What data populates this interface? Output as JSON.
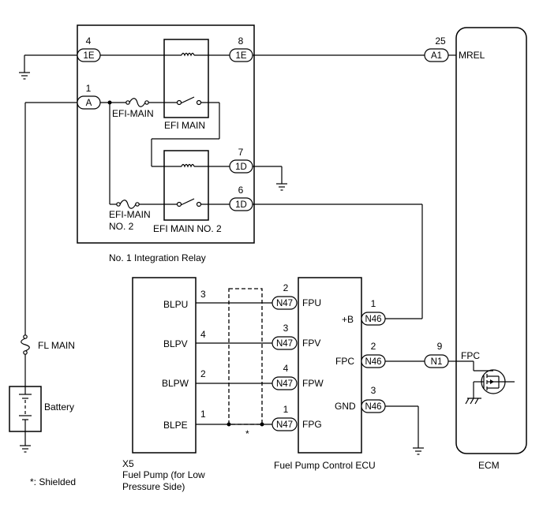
{
  "integration_relay": {
    "label": "No. 1 Integration Relay",
    "relay_efi_main": "EFI MAIN",
    "relay_efi_main_no2": "EFI MAIN NO. 2",
    "fuse_efi_main": "EFI-MAIN",
    "fuse_efi_main_no2_l1": "EFI-MAIN",
    "fuse_efi_main_no2_l2": "NO. 2",
    "terminals": [
      {
        "pin": "4",
        "conn": "1E"
      },
      {
        "pin": "1",
        "conn": "A"
      },
      {
        "pin": "8",
        "conn": "1E"
      },
      {
        "pin": "7",
        "conn": "1D"
      },
      {
        "pin": "6",
        "conn": "1D"
      }
    ]
  },
  "ecm": {
    "label": "ECM",
    "mrel_pin": "25",
    "mrel_conn": "A1",
    "mrel_label": "MREL",
    "fpc_pin": "9",
    "fpc_conn": "N1",
    "fpc_label": "FPC"
  },
  "fuel_pump": {
    "id": "X5",
    "label_l1": "Fuel Pump (for Low",
    "label_l2": "Pressure Side)",
    "terminals": [
      {
        "name": "BLPU",
        "pin": "3"
      },
      {
        "name": "BLPV",
        "pin": "4"
      },
      {
        "name": "BLPW",
        "pin": "2"
      },
      {
        "name": "BLPE",
        "pin": "1"
      }
    ]
  },
  "fp_ecu": {
    "label": "Fuel Pump Control ECU",
    "left_terminals": [
      {
        "pin": "2",
        "conn": "N47",
        "name": "FPU"
      },
      {
        "pin": "3",
        "conn": "N47",
        "name": "FPV"
      },
      {
        "pin": "4",
        "conn": "N47",
        "name": "FPW"
      },
      {
        "pin": "1",
        "conn": "N47",
        "name": "FPG"
      }
    ],
    "right_terminals": [
      {
        "pin": "1",
        "conn": "N46",
        "name": "+B"
      },
      {
        "pin": "2",
        "conn": "N46",
        "name": "FPC"
      },
      {
        "pin": "3",
        "conn": "N46",
        "name": "GND"
      }
    ]
  },
  "fl_main": "FL MAIN",
  "battery": "Battery",
  "shield_mark": "*",
  "shield_note": "*: Shielded"
}
